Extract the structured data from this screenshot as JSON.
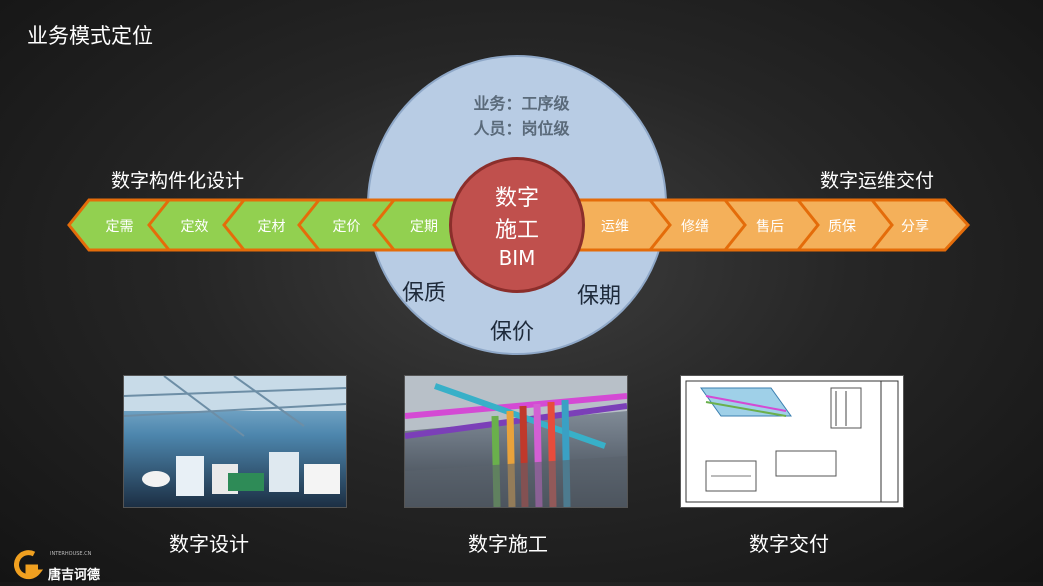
{
  "page": {
    "title": "业务模式定位"
  },
  "center": {
    "business_line": "业务：工序级",
    "personnel_line": "人员：岗位级",
    "core_lines": [
      "数字",
      "施工",
      "BIM"
    ],
    "quality": "保质",
    "schedule": "保期",
    "price": "保价"
  },
  "left_flow": {
    "title": "数字构件化设计",
    "color": "#92d050",
    "items": [
      "定需",
      "定效",
      "定材",
      "定价",
      "定期"
    ]
  },
  "right_flow": {
    "title": "数字运维交付",
    "color": "#f4b05a",
    "items": [
      "运维",
      "修缮",
      "售后",
      "质保",
      "分享"
    ]
  },
  "thumbnails": [
    {
      "label": "数字设计",
      "icon": "ceiling-render-icon"
    },
    {
      "label": "数字施工",
      "icon": "pipes-render-icon"
    },
    {
      "label": "数字交付",
      "icon": "drawing-sheet-icon"
    }
  ],
  "logo": {
    "text": "唐吉诃德",
    "subtext": "INTERHOUSE.CN"
  }
}
